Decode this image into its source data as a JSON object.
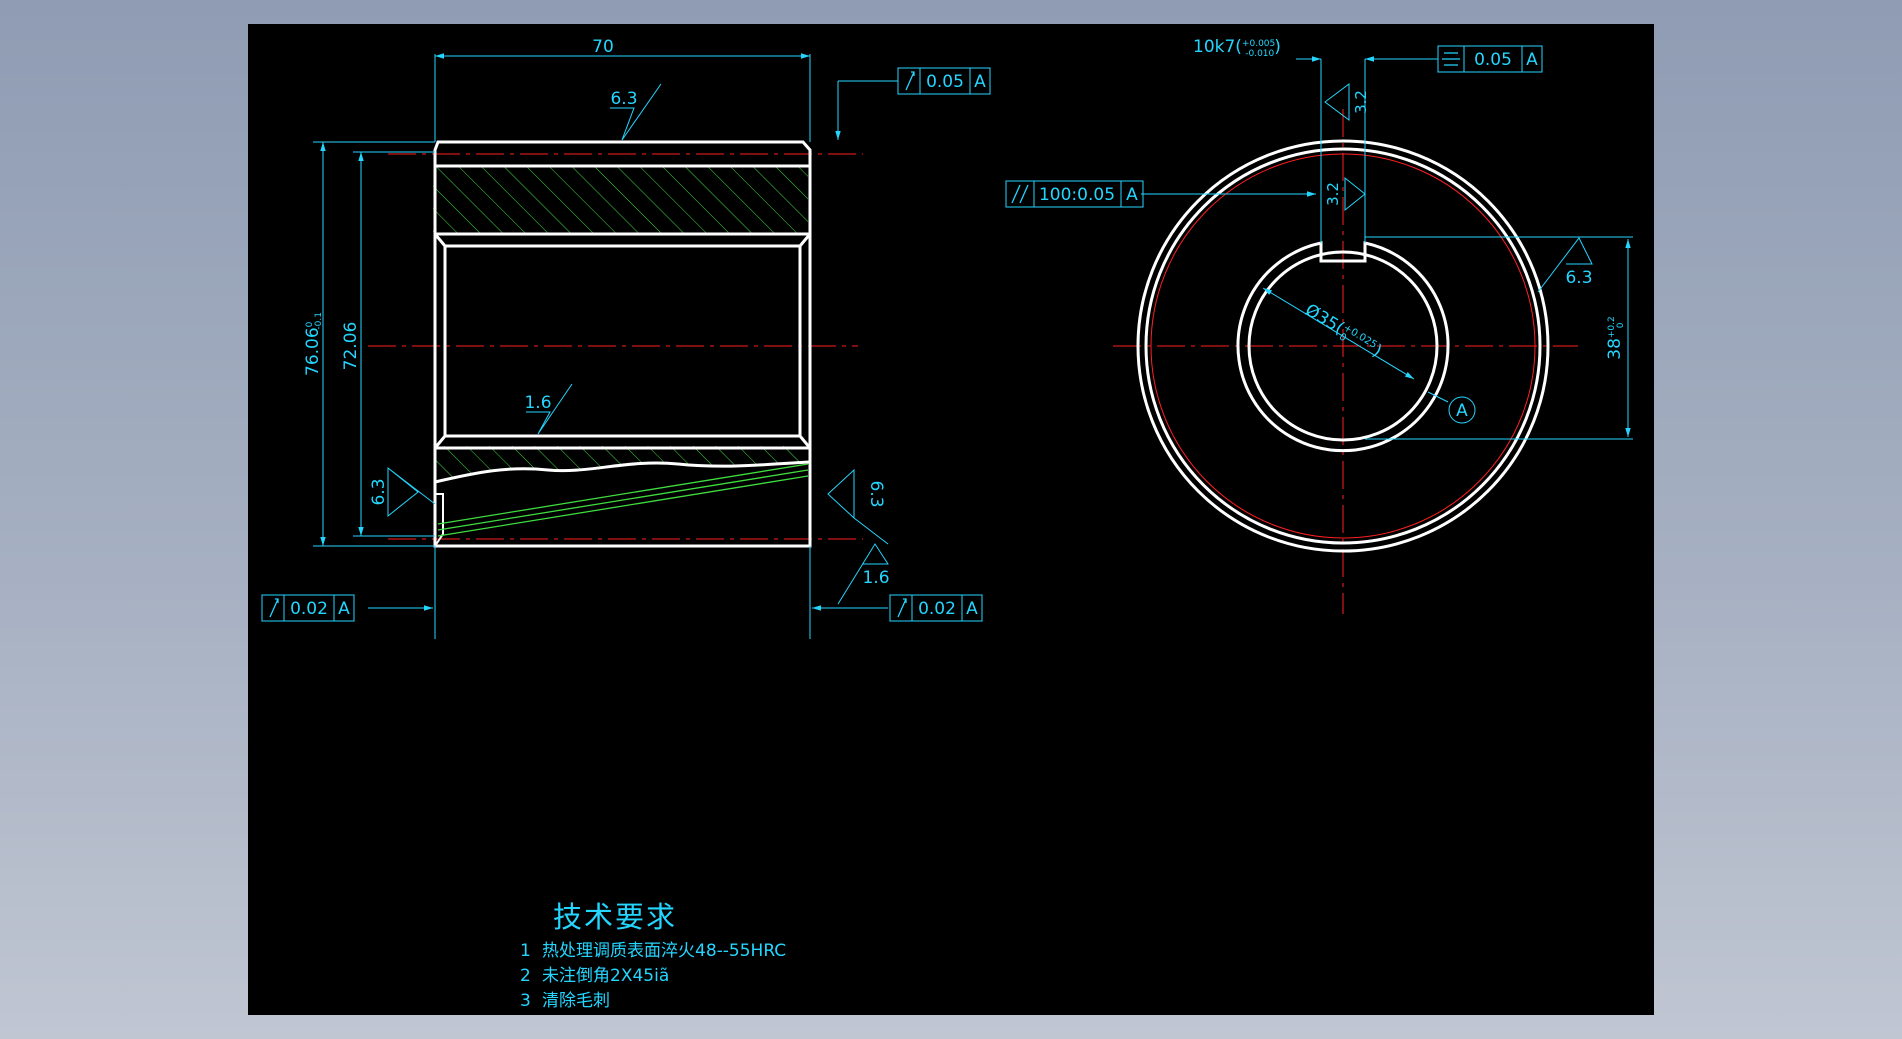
{
  "colors": {
    "background": "#000000",
    "outline": "#ffffff",
    "dimension": "#24d6ff",
    "centerline": "#ff2020",
    "hatch": "#3fdc3f"
  },
  "dimensions": {
    "length": "70",
    "outer_diameter": "76.06",
    "outer_tol_upper": "0",
    "outer_tol_lower": "-0.1",
    "diameter_2": "72.06",
    "keyway_width": "10k7",
    "keyway_tol_upper": "+0.005",
    "keyway_tol_lower": "-0.010",
    "bore_diameter": "Ø35",
    "bore_tol_upper": "+0.025",
    "bore_tol_lower": "0",
    "key_depth": "38",
    "key_depth_tol_upper": "+0.2",
    "key_depth_tol_lower": "0"
  },
  "roughness": {
    "top_surface": "6.3",
    "bore_surface": "1.6",
    "left_chamfer": "6.3",
    "right_chamfer": "6.3",
    "right_face": "1.6",
    "keyway_side": "3.2",
    "keyway_bottom": "3.2",
    "end_view": "6.3"
  },
  "tolerance_frames": {
    "runout_top": {
      "value": "0.05",
      "datum": "A"
    },
    "runout_left": {
      "value": "0.02",
      "datum": "A"
    },
    "runout_right": {
      "value": "0.02",
      "datum": "A"
    },
    "symmetry": {
      "value": "0.05",
      "datum": "A"
    },
    "parallelism": {
      "value": "100:0.05",
      "datum": "A"
    }
  },
  "datum_label": "A",
  "tech_requirements": {
    "title": "技术要求",
    "items": [
      {
        "num": "1",
        "text": "热处理调质表面淬火48--55HRC"
      },
      {
        "num": "2",
        "text": "未注倒角2X45iã"
      },
      {
        "num": "3",
        "text": "清除毛刺"
      }
    ]
  }
}
